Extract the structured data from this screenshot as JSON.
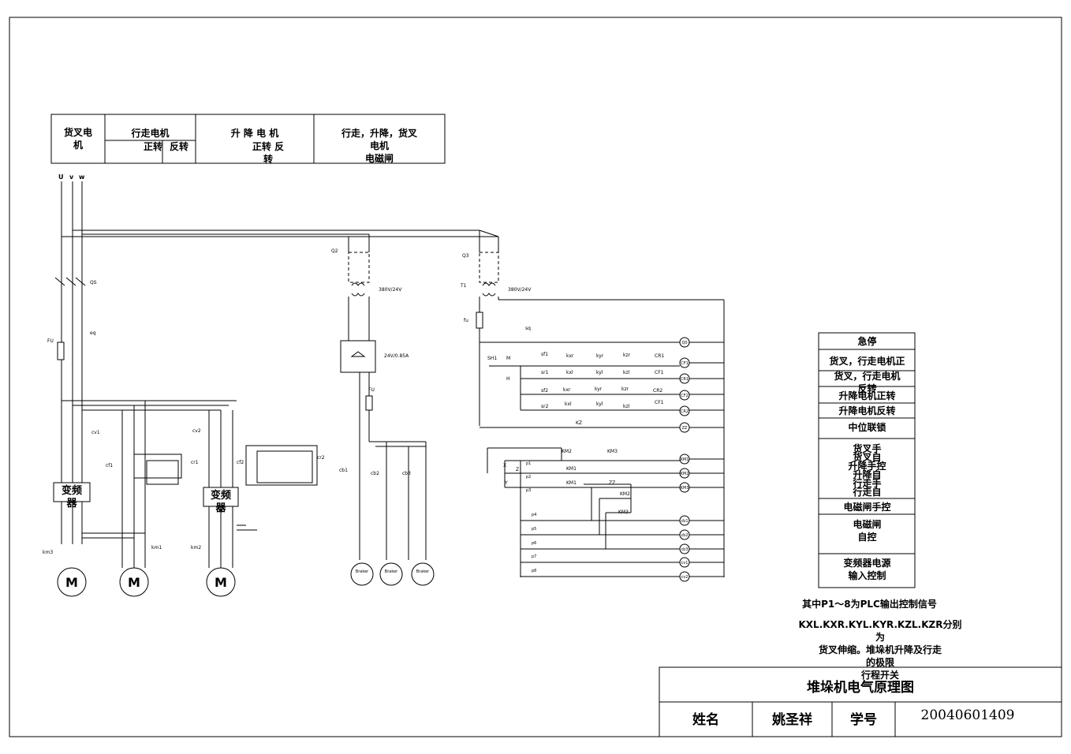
{
  "header_table": {
    "col1": "货叉电\n机",
    "col2_top": "行走电机",
    "col2_fwd": "正转",
    "col2_rev": "反转",
    "col3_top": "升 降 电 机",
    "col3_sub": "正转  反\n转",
    "col4": "行走，升降，货叉\n电机\n电磁闸"
  },
  "supply_labels": [
    "U",
    "v",
    "w"
  ],
  "component_labels": {
    "qs": "QS",
    "fu": "FU",
    "eq": "eq",
    "q2": "Q2",
    "q3": "Q3",
    "t1": "T1",
    "tr1": "380V/24V",
    "tr2": "380V/24V",
    "fu2": "fu",
    "rect": "24V/0.85A",
    "fu3": "FU",
    "cv1": "cv1",
    "cv2": "cv2",
    "cf1": "cf1",
    "cr1": "cr1",
    "cf2": "cf2",
    "cr2": "cr2",
    "km1": "km1",
    "km2": "km2",
    "km3": "km3",
    "cb1": "cb1",
    "cb2": "cb2",
    "cb3": "cb3",
    "sq": "sq",
    "sh1": "SH1",
    "m": "M",
    "h": "H",
    "kz": "KZ",
    "x": "X",
    "z": "Z",
    "y": "Y",
    "zz": "ZZ",
    "km2b": "KM2",
    "km3b": "KM3",
    "km1b": "KM1",
    "km1c": "KM1",
    "km2c": "KM2",
    "km3c": "KM3"
  },
  "inverters": [
    "变频\n器",
    "变频\n器"
  ],
  "motors": [
    "M",
    "M",
    "M"
  ],
  "brakes": [
    "Braker",
    "Braker",
    "Braker"
  ],
  "ladder_contacts": [
    [
      "sf1",
      "kxr",
      "kyr",
      "kzr",
      "CR1"
    ],
    [
      "sr1",
      "kxl",
      "kyl",
      "kzl",
      "CF1"
    ],
    [
      "sf2",
      "kxr",
      "kyr",
      "kzr",
      "CR2"
    ],
    [
      "sr2",
      "kxl",
      "kyl",
      "kzl",
      "CF1"
    ]
  ],
  "plc_inputs": [
    "p1",
    "p2",
    "p3",
    "p4",
    "p5",
    "p6",
    "p7",
    "p8"
  ],
  "coils": [
    "Q0",
    "CF1",
    "CR1",
    "CF2",
    "CR2",
    "ZZ",
    "KM1",
    "KM2",
    "KM3",
    "cb1",
    "cb2",
    "cb3",
    "cv1",
    "cv2"
  ],
  "control_table": [
    "急停",
    "货叉，行走电机正",
    "货叉，行走电机\n反转",
    "升降电机正转",
    "升降电机反转",
    "中位联锁",
    "货叉手\n货叉自\n升降手控\n升降自\n行走手\n行走自",
    "电磁闸手控",
    "电磁闸\n自控",
    "变频器电源\n输入控制"
  ],
  "note1": "其中P1～8为PLC输出控制信号",
  "note2": "KXL.KXR.KYL.KYR.KZL.KZR分别\n为\n货叉伸缩。堆垛机升降及行走\n的极限\n行程开关",
  "title_block": {
    "title": "堆垛机电气原理图",
    "name_label": "姓名",
    "name_value": "姚圣祥",
    "id_label": "学号",
    "id_value": "20040601409"
  }
}
